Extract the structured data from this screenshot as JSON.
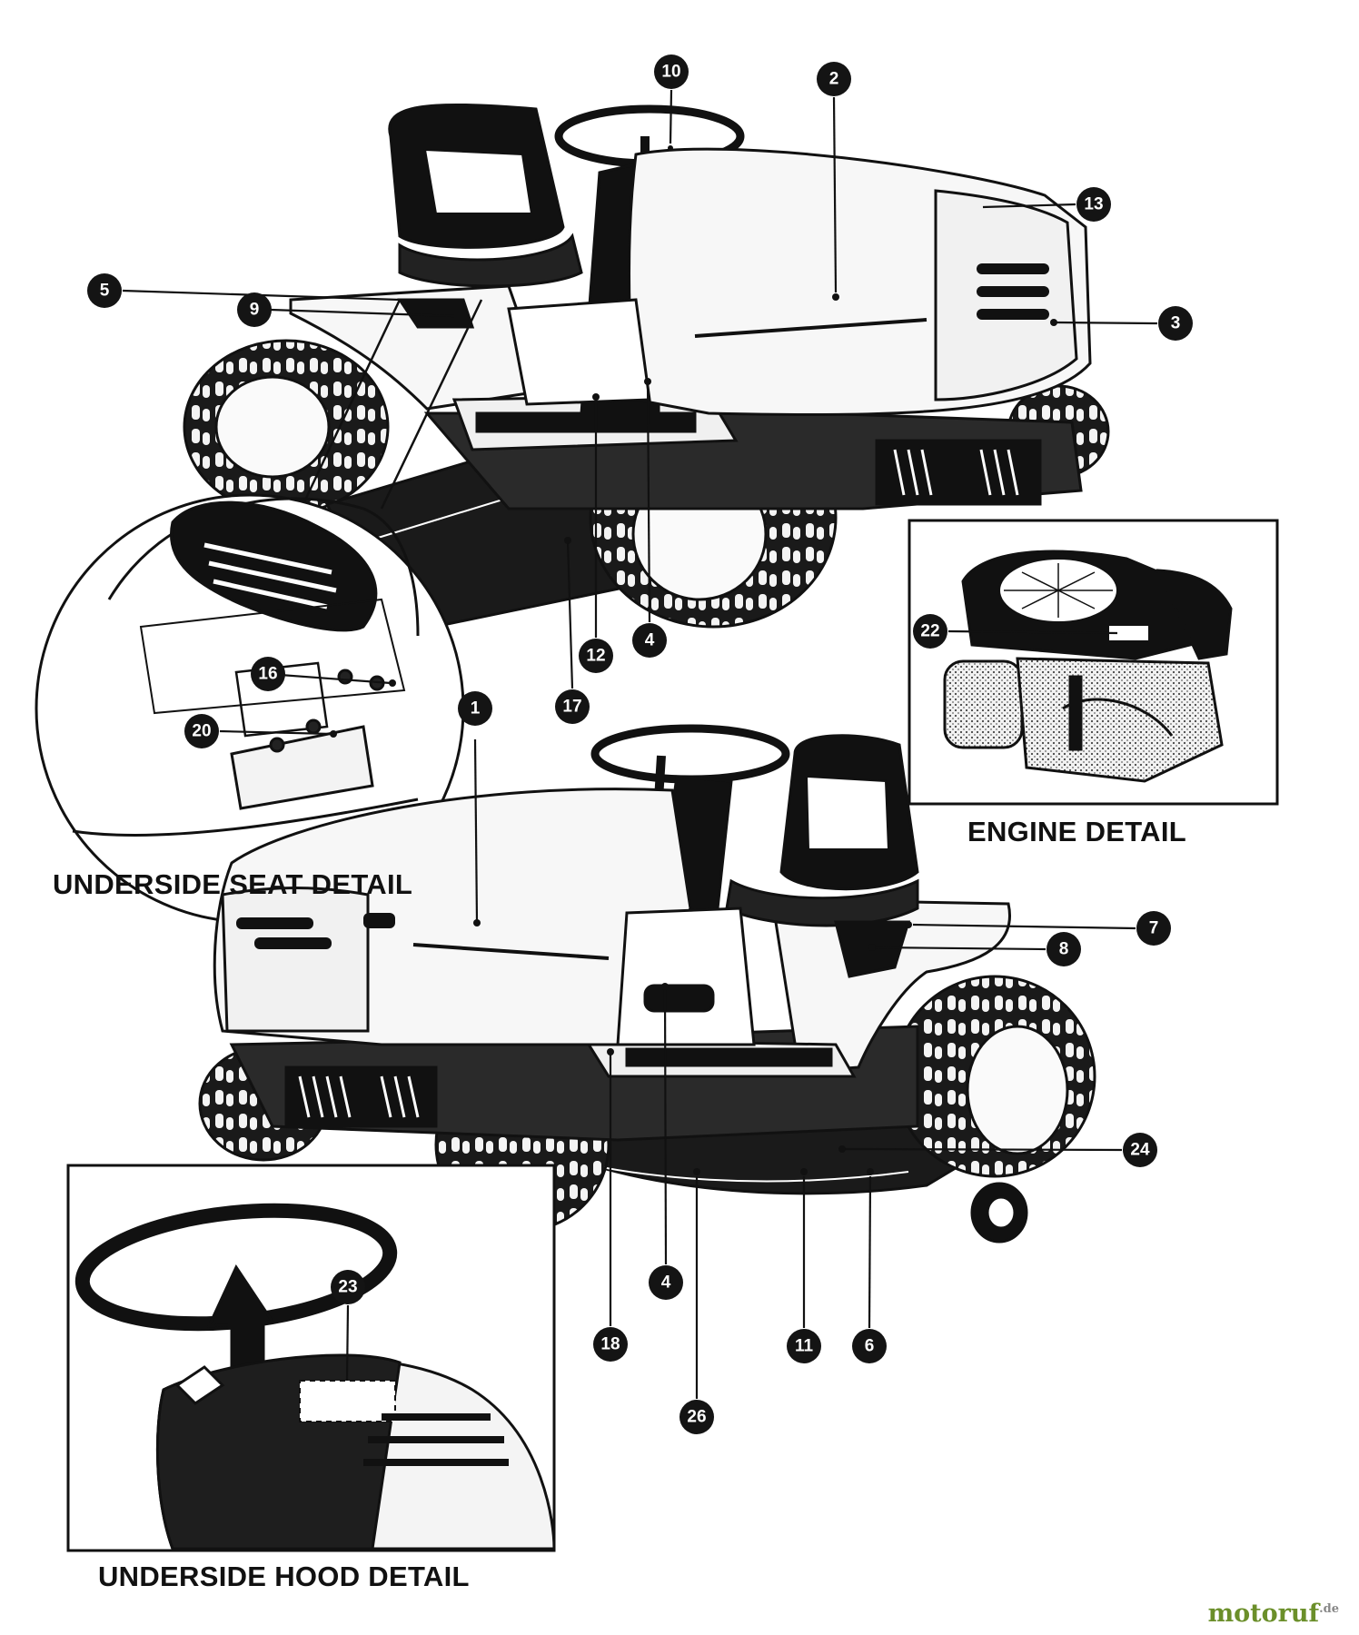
{
  "captions": {
    "engine": "ENGINE DETAIL",
    "seat": "UNDERSIDE SEAT DETAIL",
    "hood": "UNDERSIDE HOOD DETAIL"
  },
  "watermark": {
    "main": "motoruf",
    "suffix": ".de"
  },
  "callouts": [
    "10",
    "2",
    "13",
    "3",
    "5",
    "9",
    "12",
    "4",
    "17",
    "16",
    "20",
    "1",
    "22",
    "7",
    "8",
    "24",
    "4",
    "18",
    "26",
    "11",
    "6",
    "23"
  ],
  "colors": {
    "ink": "#141414",
    "paper": "#ffffff"
  }
}
